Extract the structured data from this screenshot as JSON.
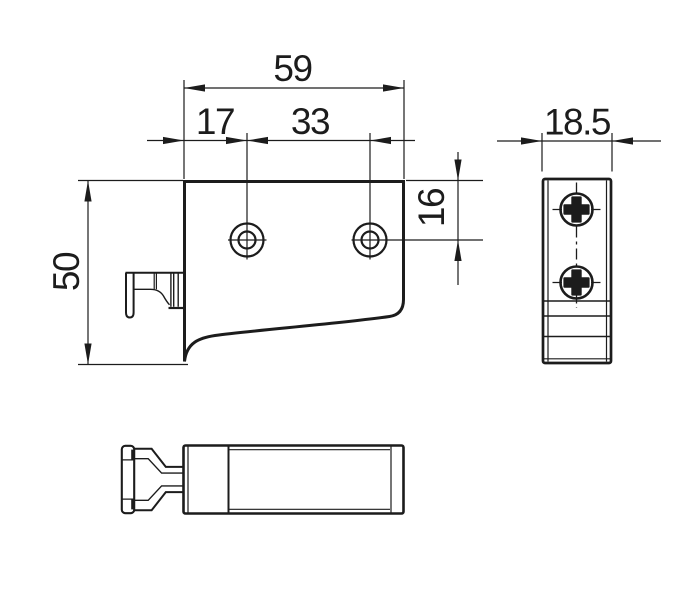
{
  "colors": {
    "background": "#ffffff",
    "line": "#1c1c1c"
  },
  "dimensions": {
    "overall_width": "59",
    "hole_left_offset": "17",
    "hole_spacing": "33",
    "depth": "18.5",
    "hole_top_offset": "16",
    "overall_height": "50"
  }
}
